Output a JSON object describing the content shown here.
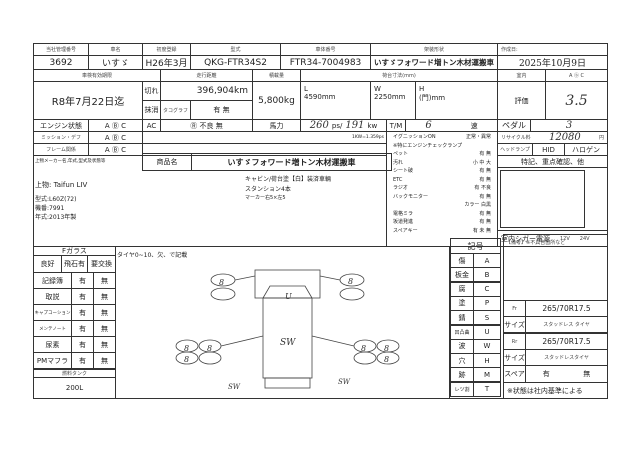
{
  "header": {
    "labels": [
      "当社管理番号",
      "車名",
      "初度登録",
      "型式",
      "車体番号",
      "架装形状",
      "作成日:"
    ],
    "values": [
      "3692",
      "いすゞ",
      "H26年3月",
      "QKG-FTR34S2",
      "FTR34-7004983",
      "いすゞフォワード増トン木材運搬車",
      "2025年10月9日"
    ]
  },
  "inspection": {
    "label": "車検有効期限",
    "value": "R8年7月22日迄"
  },
  "mileage": {
    "label": "走行距離",
    "value": "396,904km",
    "kire": "切れ",
    "massho": "抹消",
    "tacho_label": "タコグラフ",
    "tacho_value": "有 無"
  },
  "load": {
    "label": "積載量",
    "value": "5,800kg"
  },
  "bed": {
    "label": "荷台寸法(mm)",
    "L": "L",
    "L_value": "4590mm",
    "W": "W",
    "W_value": "2250mm",
    "H": "H",
    "H_value": "(門)mm"
  },
  "interior": {
    "label": "室内",
    "value": "A ⓑ C"
  },
  "rating": {
    "label": "評価",
    "value": "3.5"
  },
  "engine": {
    "label": "エンジン状態",
    "value": "A Ⓑ C"
  },
  "mission": {
    "label": "ミッション・デフ",
    "value": "A Ⓑ C"
  },
  "frame": {
    "label": "フレーム関係",
    "value": "A Ⓑ C"
  },
  "ac": {
    "label": "AC",
    "value": "Ⓡ 不良 無"
  },
  "power": {
    "label": "馬力",
    "ps": "260",
    "ps_unit": "ps/",
    "kw": "191",
    "kw_unit": "kw",
    "note": "1KW=1.359ps"
  },
  "tm": {
    "label": "T/M",
    "value": "6",
    "unit": "速"
  },
  "pedal": {
    "label": "ペダル",
    "value": "3"
  },
  "recycle": {
    "label": "リサイクル料",
    "value": "12080",
    "unit": "円"
  },
  "headlamp": {
    "label": "ヘッドランプ",
    "hid": "HID",
    "halogen": "ハロゲン"
  },
  "notes_header": "特記、重点確認、他",
  "cigar": {
    "label": "室内シガー電源",
    "v12": "12V",
    "v24": "24V"
  },
  "checks": [
    {
      "label": "イグニッションON",
      "value": "正常・異常"
    },
    {
      "label": "※特にエンジンチェックランプ",
      "value": ""
    },
    {
      "label": "ペット",
      "value": "有 無"
    },
    {
      "label": "汚れ",
      "value": "小 中 大"
    },
    {
      "label": "シート破",
      "value": "有 無"
    },
    {
      "label": "ETC",
      "value": "有 無"
    },
    {
      "label": "ラジオ",
      "value": "有 不良"
    },
    {
      "label": "バックモニター",
      "value": "有 無"
    },
    {
      "label": "",
      "value": "カラー 白黒"
    },
    {
      "label": "電格ミラ",
      "value": "有 無"
    },
    {
      "label": "坂道発進",
      "value": "有 無"
    },
    {
      "label": "スペアキー",
      "value": "有 未 無"
    }
  ],
  "body": {
    "label": "上物メーカー名,年式,型式及状態等",
    "product_label": "商品名",
    "product": "いすゞフォワード増トン木材運搬車",
    "lines": [
      "キャビン/荷台塗【白】装済車輛",
      "スタンション4本",
      "マーカー右5×左5"
    ],
    "upper": "上物: Taifun LIV",
    "model": "型式:L60Z(72)",
    "serial": "機番:7991",
    "year": "年式:2013年製"
  },
  "glass": {
    "label": "Fガラス",
    "options": [
      "良好",
      "飛石有",
      "要交換"
    ]
  },
  "docs": [
    {
      "label": "記録簿",
      "a": "有",
      "b": "無"
    },
    {
      "label": "取説",
      "a": "有",
      "b": "無"
    },
    {
      "label": "キャプコーション",
      "a": "有",
      "b": "無"
    },
    {
      "label": "メンテノート",
      "a": "有",
      "b": "無"
    },
    {
      "label": "尿素",
      "a": "有",
      "b": "無"
    },
    {
      "label": "PMマフラ",
      "a": "有",
      "b": "無"
    }
  ],
  "fuel": {
    "label": "燃料タンク",
    "value": "200L"
  },
  "diagram": {
    "note": "タイヤ0~10、欠、で記載",
    "marks": [
      "8",
      "8",
      "8",
      "8",
      "8",
      "8",
      "8",
      "8",
      "U",
      "SW",
      "SW",
      "SW"
    ]
  },
  "symbols": {
    "label": "記号",
    "rows": [
      [
        "傷",
        "A"
      ],
      [
        "板金",
        "B"
      ],
      [
        "腐",
        "C"
      ],
      [
        "塗",
        "P"
      ],
      [
        "錆",
        "S"
      ],
      [
        "凹凸曲",
        "U"
      ],
      [
        "波",
        "W"
      ],
      [
        "穴",
        "H"
      ],
      [
        "跡",
        "M"
      ],
      [
        "レツ割",
        "T"
      ]
    ]
  },
  "remarks": {
    "label": "【備考】※不具合箇所など"
  },
  "tires": {
    "fr": "Fr",
    "fr_size": "265/70R17.5",
    "fr_type": "スタッドレス タイヤ",
    "rr": "Rr",
    "rr_size": "265/70R17.5",
    "rr_type": "スタッドレスタイヤ",
    "size": "サイズ",
    "spare": "スペア",
    "spare_a": "有",
    "spare_b": "無"
  },
  "footer": "※状態は社内基準による"
}
